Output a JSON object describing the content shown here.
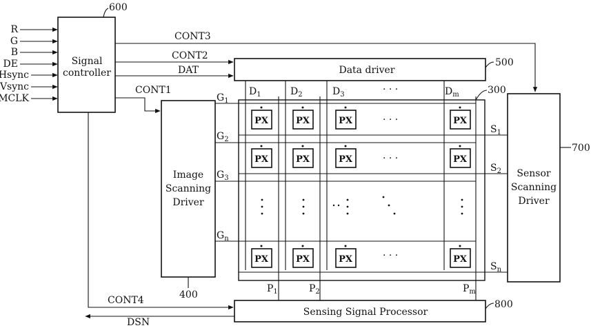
{
  "inputs": [
    "R",
    "G",
    "B",
    "DE",
    "Hsync",
    "Vsync",
    "MCLK"
  ],
  "blocks": {
    "signal_controller": {
      "line1": "Signal",
      "line2": "controller",
      "ref": "600"
    },
    "data_driver": {
      "label": "Data driver",
      "ref": "500"
    },
    "image_scanning_driver": {
      "line1": "Image",
      "line2": "Scanning",
      "line3": "Driver",
      "ref": "400"
    },
    "panel": {
      "ref": "300"
    },
    "sensor_scanning_driver": {
      "line1": "Sensor",
      "line2": "Scanning",
      "line3": "Driver",
      "ref": "700"
    },
    "sensing_signal_processor": {
      "label": "Sensing Signal Processor",
      "ref": "800"
    }
  },
  "signals": {
    "cont1": "CONT1",
    "cont2": "CONT2",
    "cont3": "CONT3",
    "cont4": "CONT4",
    "dat": "DAT",
    "dsn": "DSN"
  },
  "gate_lines": [
    {
      "main": "G",
      "sub": "1"
    },
    {
      "main": "G",
      "sub": "2"
    },
    {
      "main": "G",
      "sub": "3"
    },
    {
      "main": "G",
      "sub": "n"
    }
  ],
  "data_lines": [
    {
      "main": "D",
      "sub": "1"
    },
    {
      "main": "D",
      "sub": "2"
    },
    {
      "main": "D",
      "sub": "3"
    },
    {
      "main": "D",
      "sub": "m"
    }
  ],
  "sensor_lines": [
    {
      "main": "S",
      "sub": "1"
    },
    {
      "main": "S",
      "sub": "2"
    },
    {
      "main": "S",
      "sub": "n"
    }
  ],
  "sense_lines": [
    {
      "main": "P",
      "sub": "1"
    },
    {
      "main": "P",
      "sub": "2"
    },
    {
      "main": "P",
      "sub": "m"
    }
  ],
  "pixel_label": "PX",
  "ellipsis": "· · ·"
}
